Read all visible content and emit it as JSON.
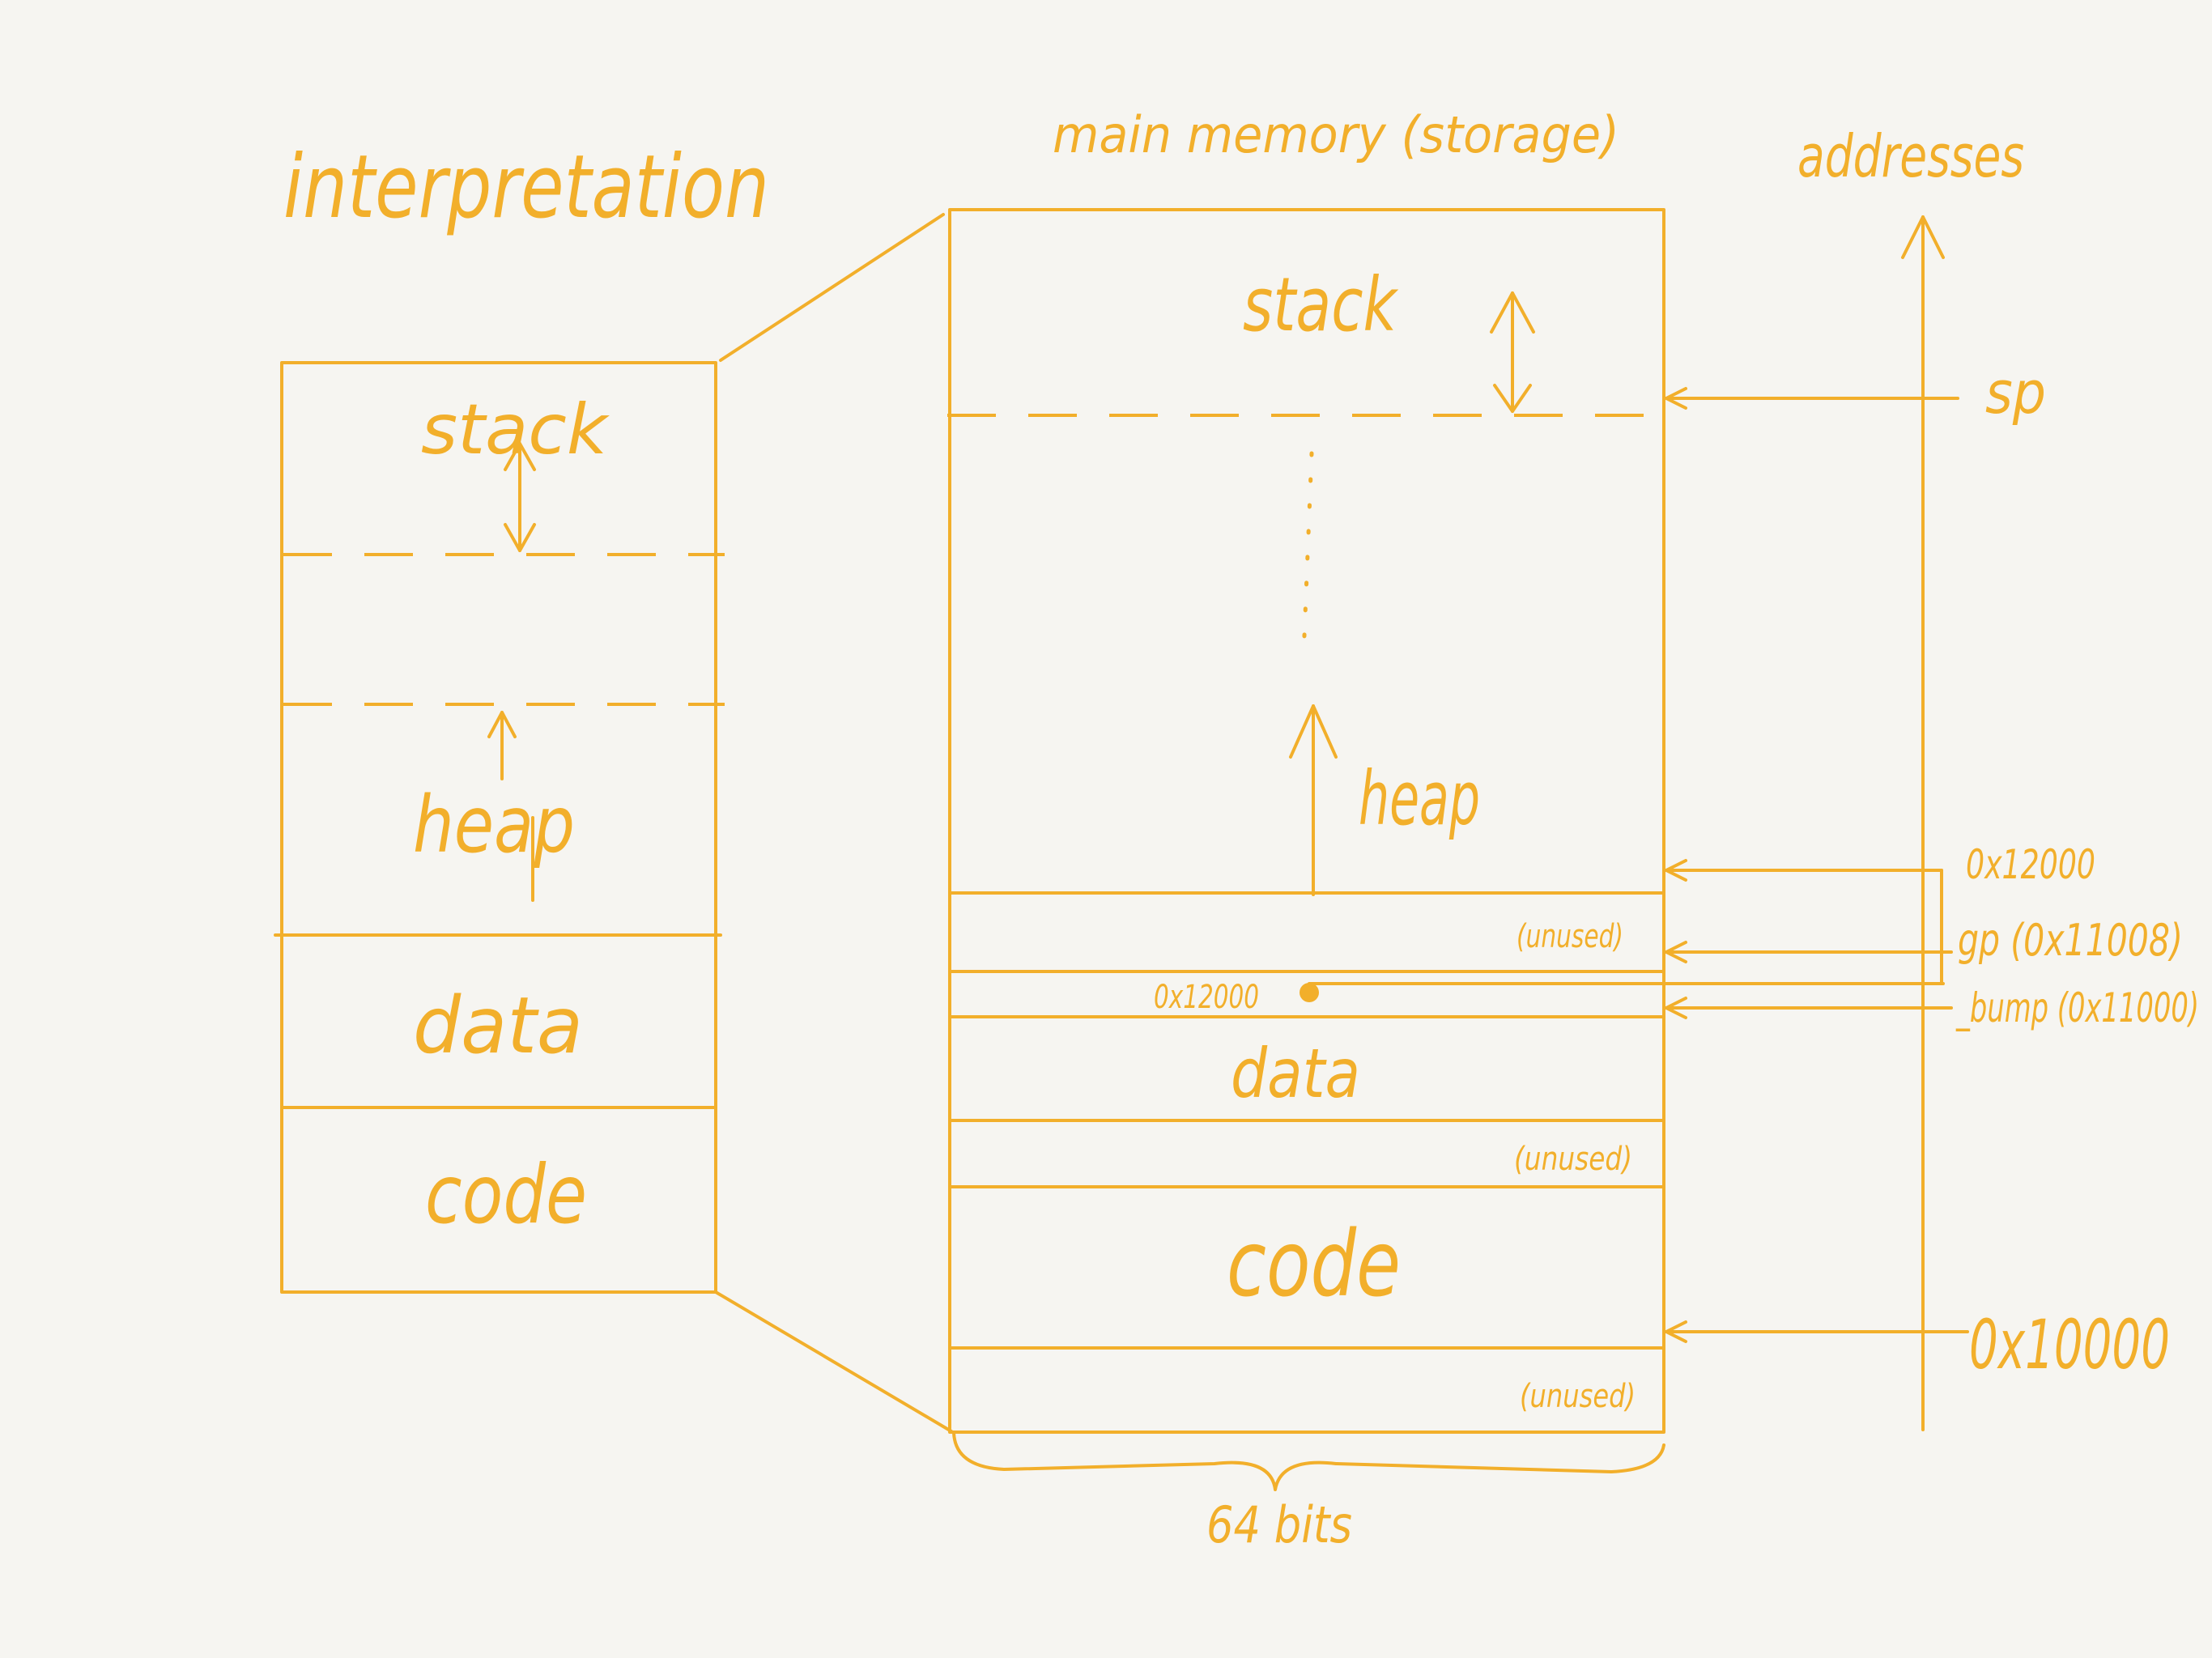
{
  "interpretation": {
    "title": "interpretation",
    "segments": {
      "stack": "stack",
      "heap": "heap",
      "data": "data",
      "code": "code"
    }
  },
  "memory": {
    "title": "main memory (storage)",
    "segments": {
      "stack": "stack",
      "heap": "heap",
      "unused_top": "(unused)",
      "pointer_value": "0x12000",
      "data": "data",
      "unused_mid": "(unused)",
      "code": "code",
      "unused_bottom": "(unused)"
    },
    "width_label": "64 bits"
  },
  "addresses": {
    "title": "addresses",
    "sp": "sp",
    "top": "0x12000",
    "gp": "gp (0x11008)",
    "bump": "_bump (0x11000)",
    "base": "0x10000"
  },
  "colors": {
    "ink": "#f2af2b",
    "paper": "#f6f5f1"
  }
}
